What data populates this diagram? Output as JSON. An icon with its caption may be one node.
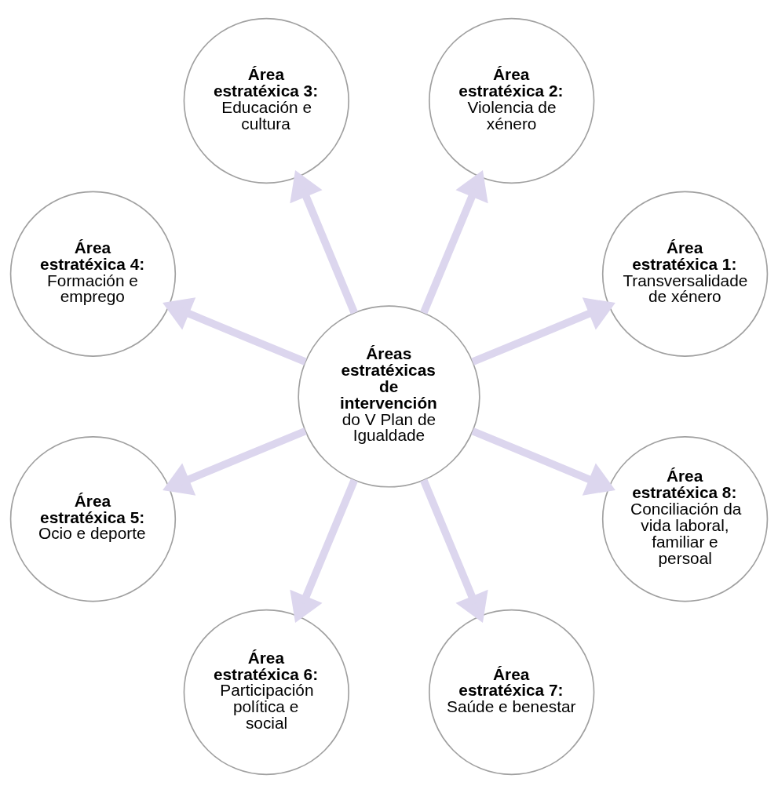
{
  "diagram": {
    "nodes": [
      {
        "text": [
          "Áreas estratéxicas de intervención",
          "do V Plan de Igualdade"
        ]
      },
      {
        "text": [
          "Área estratéxica 1:",
          "Transversalidade de xénero"
        ]
      },
      {
        "text": [
          "Área estratéxica 2:",
          "Violencia de xénero"
        ]
      },
      {
        "text": [
          "Área estratéxica 3:",
          "Educación e cultura"
        ]
      },
      {
        "text": [
          "Área estratéxica 4:",
          "Formación e emprego"
        ]
      },
      {
        "text": [
          "Área estratéxica 5:",
          "Ocio e deporte"
        ]
      },
      {
        "text": [
          "Área estratéxica 6:",
          "Participación política e social"
        ]
      },
      {
        "text": [
          "Área estratéxica 7:",
          "Saúde e benestar"
        ]
      },
      {
        "text": [
          "Área estratéxica 8:",
          "Conciliación da vida laboral, familiar e persoal"
        ]
      }
    ],
    "edges": [
      {
        "from": 0,
        "to": 1,
        "arrow": "to"
      },
      {
        "from": 0,
        "to": 2,
        "arrow": "to"
      },
      {
        "from": 0,
        "to": 3,
        "arrow": "to"
      },
      {
        "from": 0,
        "to": 4,
        "arrow": "to"
      },
      {
        "from": 0,
        "to": 5,
        "arrow": "to"
      },
      {
        "from": 0,
        "to": 6,
        "arrow": "to"
      },
      {
        "from": 0,
        "to": 7,
        "arrow": "to"
      },
      {
        "from": 0,
        "to": 8,
        "arrow": "to"
      }
    ]
  }
}
